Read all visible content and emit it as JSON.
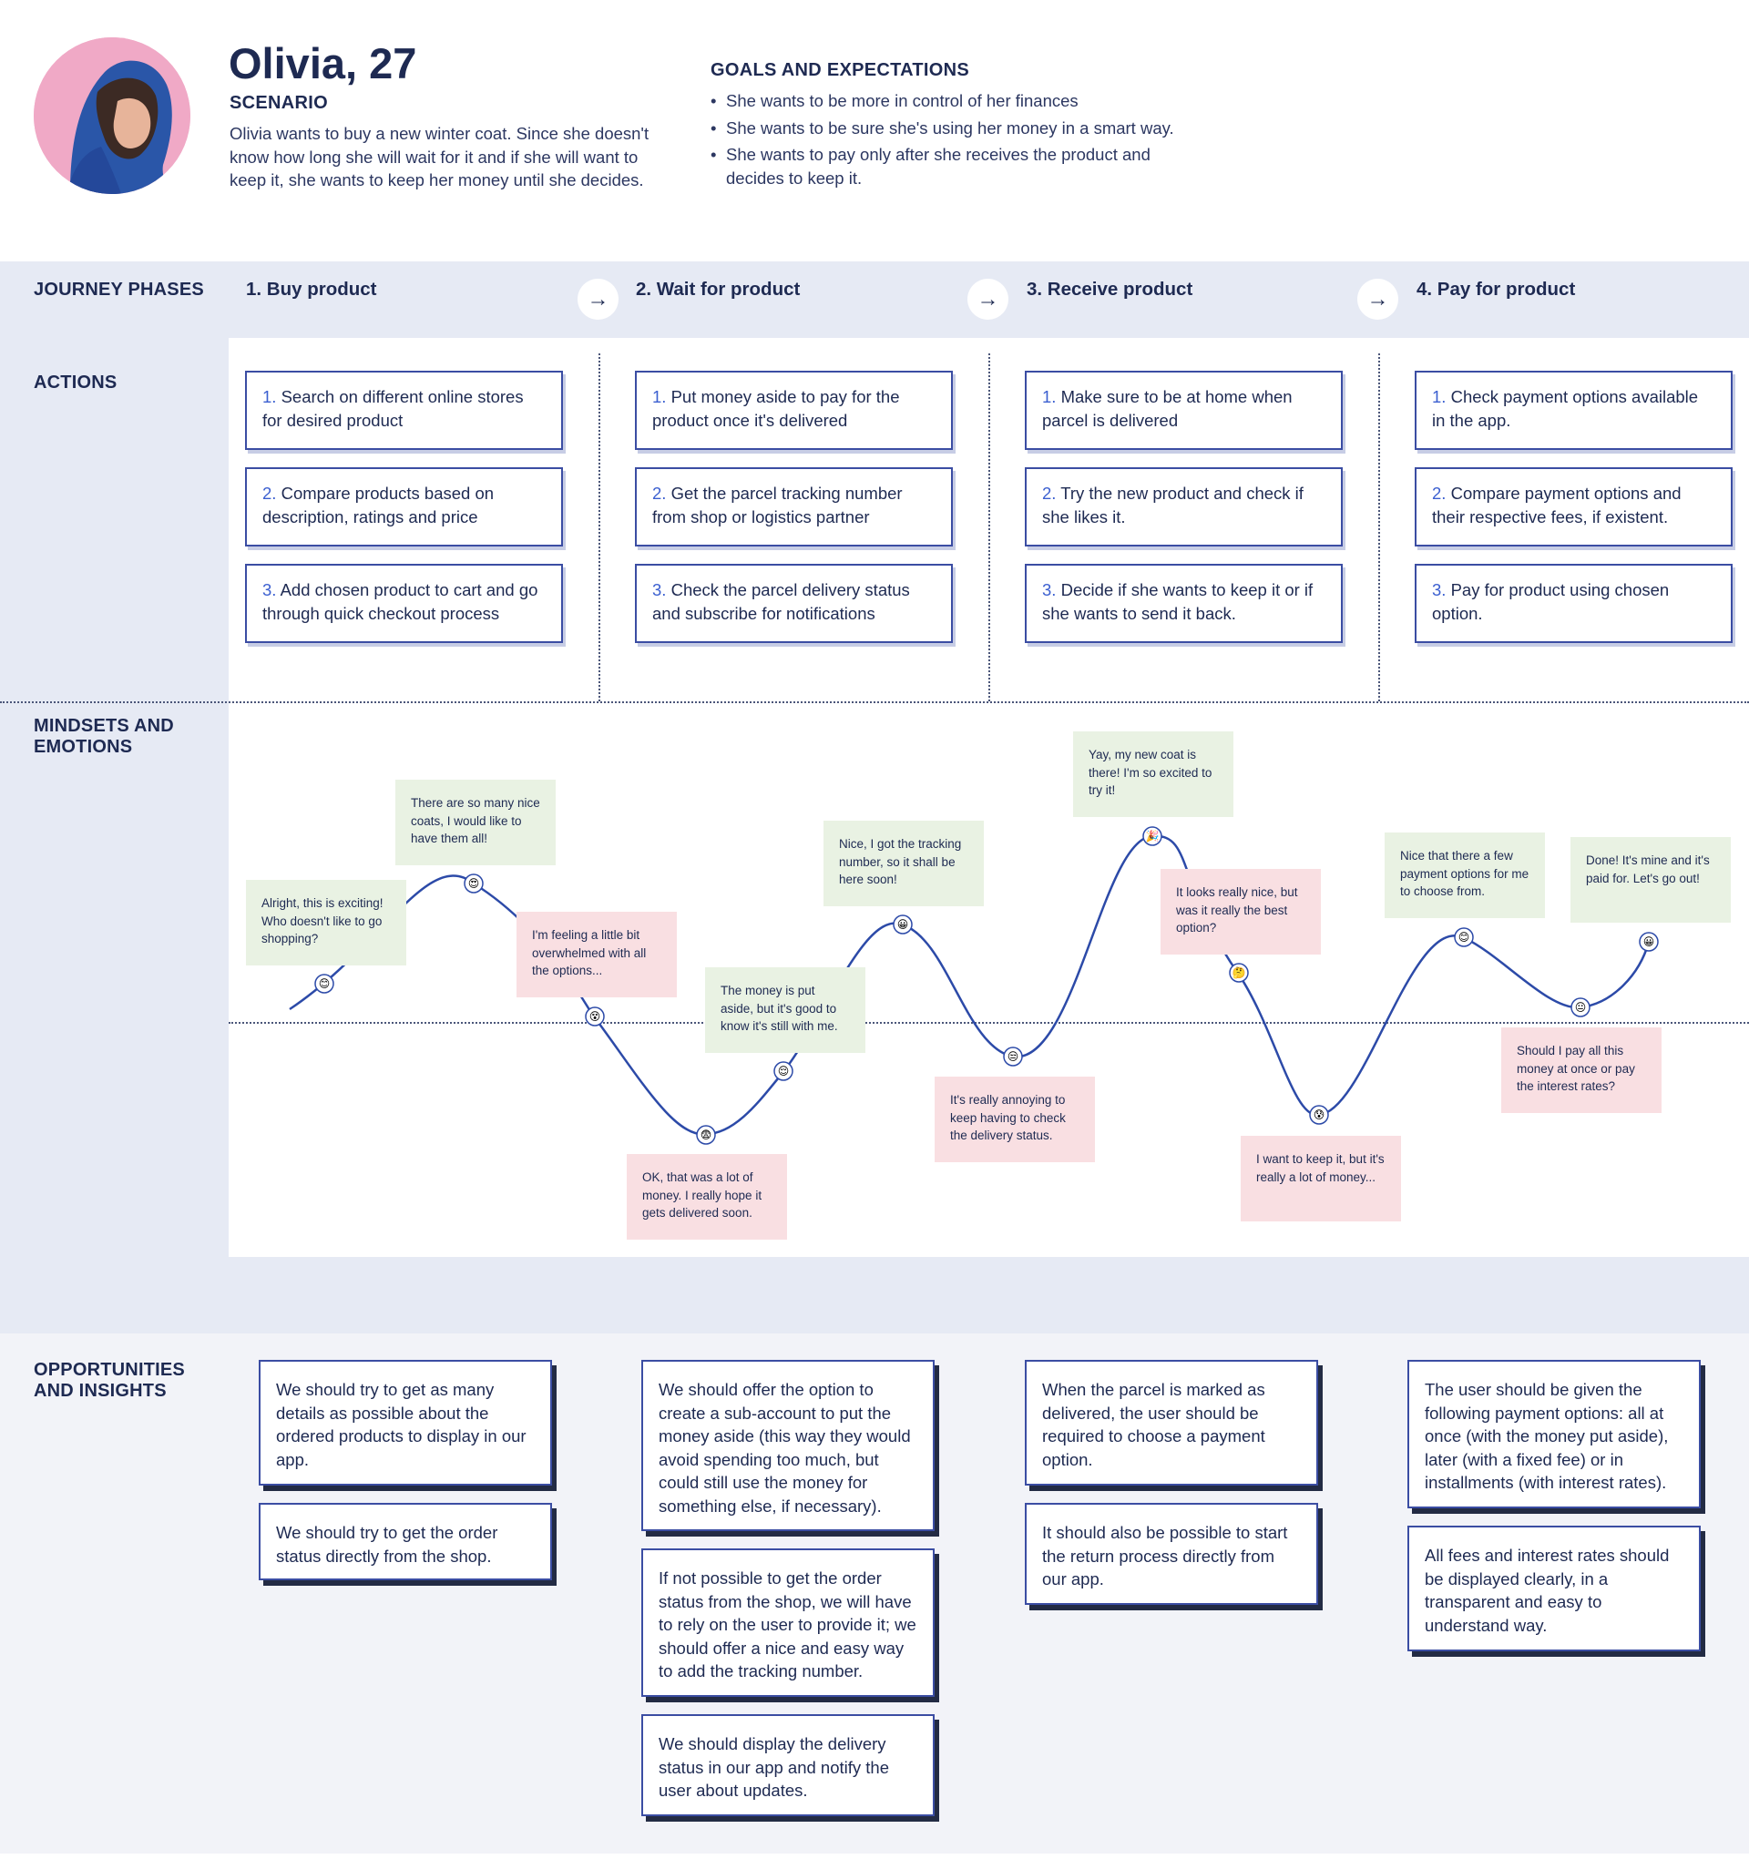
{
  "persona": {
    "name": "Olivia, 27",
    "scenario_title": "SCENARIO",
    "scenario_text": "Olivia wants to buy a new winter coat. Since she doesn't know how long she will wait for it and if she will want to keep it, she wants to keep her money until she decides.",
    "goals_title": "GOALS AND EXPECTATIONS",
    "goals": [
      "She wants to be more in control of her finances",
      "She wants to be sure she's using her money in a smart way.",
      "She wants to pay only after she receives the product and decides to keep it."
    ]
  },
  "sections": {
    "phases": "JOURNEY PHASES",
    "actions": "ACTIONS",
    "mindsets": "MINDSETS AND EMOTIONS",
    "opportunities": "OPPORTUNITIES AND INSIGHTS"
  },
  "phases": [
    {
      "title": "1. Buy product",
      "actions": [
        {
          "num": "1.",
          "text": "Search on different online stores for desired product"
        },
        {
          "num": "2.",
          "text": "Compare products based on description, ratings and price"
        },
        {
          "num": "3.",
          "text": "Add chosen product to cart and go through quick checkout process"
        }
      ],
      "opportunities": [
        "We should try to get as many details as possible about the ordered products to display in our app.",
        "We should try to get the order status directly from the shop."
      ]
    },
    {
      "title": "2. Wait for product",
      "actions": [
        {
          "num": "1.",
          "text": "Put money aside to pay for the product once it's delivered"
        },
        {
          "num": "2.",
          "text": "Get the parcel tracking number from shop or logistics partner"
        },
        {
          "num": "3.",
          "text": "Check the parcel delivery status and subscribe for notifications"
        }
      ],
      "opportunities": [
        "We should offer the option to create a sub-account to put the money aside (this way they would avoid spending too much, but could still use the money for something else, if necessary).",
        "If not possible to get the order status from the shop, we will have to rely on the user to provide it; we should offer a nice and easy way to add the tracking number.",
        "We should display the delivery status in our app and notify the user about updates."
      ]
    },
    {
      "title": "3. Receive product",
      "actions": [
        {
          "num": "1.",
          "text": "Make sure to be at home when parcel is delivered"
        },
        {
          "num": "2.",
          "text": "Try the new product and check if she likes it."
        },
        {
          "num": "3.",
          "text": "Decide if she wants to keep it or if she wants to send it back."
        }
      ],
      "opportunities": [
        "When the parcel is marked as delivered, the user should be required to choose a payment option.",
        "It should also be possible to start the return process directly from our app."
      ]
    },
    {
      "title": "4. Pay for product",
      "actions": [
        {
          "num": "1.",
          "text": "Check payment options available in the app."
        },
        {
          "num": "2.",
          "text": "Compare payment options and their respective fees, if existent."
        },
        {
          "num": "3.",
          "text": "Pay for product using chosen option."
        }
      ],
      "opportunities": [
        "The user should be given the following payment options: all at once (with the money put aside), later (with a fixed fee) or in installments (with interest rates).",
        "All fees and interest rates should be displayed clearly, in a transparent and easy to understand way."
      ]
    }
  ],
  "emotions": [
    {
      "text": "Alright, this is exciting! Who doesn't like to go shopping?",
      "mood": "positive",
      "emoji": "😊"
    },
    {
      "text": "There are so many nice coats, I would like to have them all!",
      "mood": "positive",
      "emoji": "😍"
    },
    {
      "text": "I'm feeling a little bit overwhelmed with all the options...",
      "mood": "negative",
      "emoji": "😵"
    },
    {
      "text": "OK, that was a lot of money. I really hope it gets delivered soon.",
      "mood": "negative",
      "emoji": "😨"
    },
    {
      "text": "The money is put aside, but it's good to know it's still with me.",
      "mood": "positive",
      "emoji": "😌"
    },
    {
      "text": "Nice, I got the tracking number, so it shall be here soon!",
      "mood": "positive",
      "emoji": "😀"
    },
    {
      "text": "It's really annoying to keep having to check the delivery status.",
      "mood": "negative",
      "emoji": "😒"
    },
    {
      "text": "Yay, my new coat is there! I'm so excited to try it!",
      "mood": "positive",
      "emoji": "🎉"
    },
    {
      "text": "It looks really nice, but was it really the best option?",
      "mood": "negative",
      "emoji": "🤔"
    },
    {
      "text": "I want to keep it, but it's really a lot of money...",
      "mood": "negative",
      "emoji": "😰"
    },
    {
      "text": "Nice that there a few payment options for me to choose from.",
      "mood": "positive",
      "emoji": "😊"
    },
    {
      "text": "Should I pay all this money at once or pay the interest rates?",
      "mood": "negative",
      "emoji": "😐"
    },
    {
      "text": "Done! It's mine and it's paid for. Let's go out!",
      "mood": "positive",
      "emoji": "😀"
    }
  ],
  "colors": {
    "navy": "#1e2a52",
    "card_border": "#3b4da3",
    "band": "#e6eaf4",
    "positive_note": "#e9f2e3",
    "negative_note": "#f9dfe2",
    "curve": "#2c4aa8"
  }
}
